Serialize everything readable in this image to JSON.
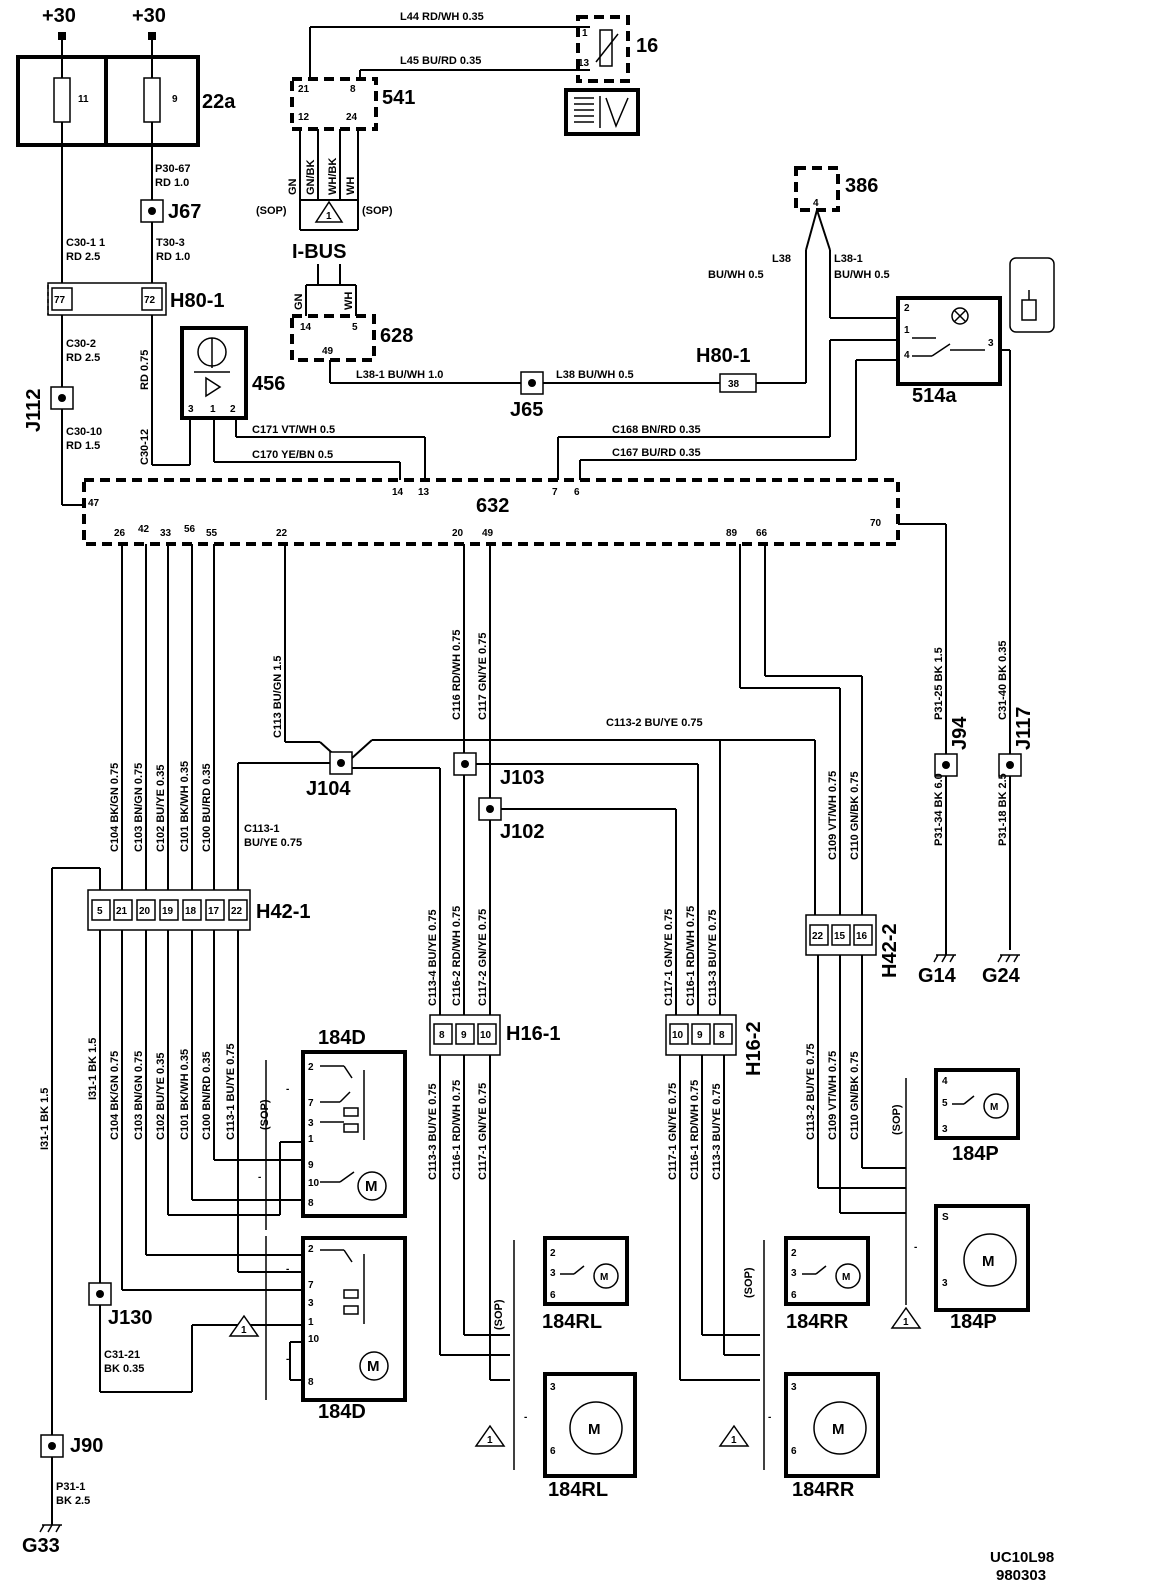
{
  "components": {
    "fuse_box": "22a",
    "sensor": "16",
    "connector_541": "541",
    "connector_628": "628",
    "lamp_386": "386",
    "switch_514a": "514a",
    "unit_456": "456",
    "ecu_632": "632",
    "ibus": "I-BUS",
    "door_module_front": "184D",
    "door_module_rl": "184RL",
    "door_module_rr": "184RR",
    "door_module_p": "184P",
    "footer_code": "UC10L98",
    "footer_date": "980303"
  },
  "supply": {
    "left": "+30",
    "right": "+30"
  },
  "fuses": {
    "f11": "11",
    "f9": "9"
  },
  "connectors": {
    "h80_1": "H80-1",
    "h42_1": "H42-1",
    "h42_2": "H42-2",
    "h16_1": "H16-1",
    "h16_2": "H16-2"
  },
  "junctions": {
    "j67": "J67",
    "j112": "J112",
    "j65": "J65",
    "j104": "J104",
    "j103": "J103",
    "j102": "J102",
    "j94": "J94",
    "j117": "J117",
    "j130": "J130",
    "j90": "J90"
  },
  "grounds": {
    "g14": "G14",
    "g24": "G24",
    "g33": "G33"
  },
  "wires": {
    "l44": "L44   RD/WH  0.35",
    "l45": "L45   BU/RD    0.35",
    "p30_67": "P30-67",
    "rd10": "RD  1.0",
    "c30_11": "C30-1 1",
    "rd25": "RD  2.5",
    "t30_3": "T30-3",
    "rd10b": "RD  1.0",
    "c30_2": "C30-2",
    "rd25b": "RD  2.5",
    "rd075": "RD 0.75",
    "c30_10": "C30-10",
    "rd15": "RD 1.5",
    "c30_12": "C30-12",
    "l38": "L38",
    "buwh05": "BU/WH  0.5",
    "l38_1": "L38-1",
    "buwh05b": "BU/WH  0.5",
    "l38_1b": "L38-1     BU/WH  1.0",
    "l38b": "L38     BU/WH  0.5",
    "c171": "C171   VT/WH   0.5",
    "c170": "C170   YE/BN    0.5",
    "c168": "C168      BN/RD    0.35",
    "c167": "C167      BU/RD    0.35",
    "sop": "(SOP)",
    "sop2": "(SOP)",
    "gn": "GN",
    "gnbk": "GN/BK",
    "whbk": "WH/BK",
    "wh": "WH",
    "gn2": "GN",
    "wh2": "WH",
    "c104": "C104   BK/GN  0.75",
    "c103": "C103   BN/GN  0.75",
    "c102": "C102   BU/YE  0.35",
    "c101": "C101   BK/WH  0.35",
    "c100": "C100   BU/RD  0.35",
    "c113": "C113   BU/GN  1.5",
    "c116": "C116   RD/WH  0.75",
    "c117": "C117   GN/YE  0.75",
    "c113_2": "C113-2      BU/YE    0.75",
    "c113_1": "C113-1",
    "buye075": "BU/YE     0.75",
    "c109": "C109   VT/WH  0.75",
    "c110": "C110   GN/BK  0.75",
    "p31_25": "P31-25   BK 1.5",
    "c31_40": "C31-40   BK 0.35",
    "p31_34": "P31-34   BK  6.0",
    "p31_18": "P31-18   BK  2.5",
    "i31_1": "I31-1     BK  1.5",
    "i31_1b": "I31-1     BK  1.5",
    "c104b": "C104   BK/GN  0.75",
    "c103b": "C103   BN/GN  0.75",
    "c102b": "C102   BU/YE  0.35",
    "c101b": "C101   BK/WH  0.35",
    "c100b": "C100   BN/RD  0.35",
    "c113_1b": "C113-1   BU/YE  0.75",
    "c113_4": "C113-4   BU/YE  0.75",
    "c116_2": "C116-2   RD/WH  0.75",
    "c117_2": "C117-2   GN/YE  0.75",
    "c117_1a": "C117-1   GN/YE  0.75",
    "c116_1a": "C116-1   RD/WH  0.75",
    "c113_3a": "C113-3   BU/YE  0.75",
    "c113_2b": "C113-2   BU/YE  0.75",
    "c109b": "C109   VT/WH  0.75",
    "c110b": "C110   GN/BK  0.75",
    "c113_3b": "C113-3   BU/YE  0.75",
    "c116_1b": "C116-1   RD/WH  0.75",
    "c117_1b": "C117-1   GN/YE  0.75",
    "c117_1c": "C117-1   GN/YE  0.75",
    "c116_1c": "C116-1   RD/WH  0.75",
    "c113_3c": "C113-3   BU/YE  0.75",
    "c31_21": "C31-21",
    "bk035": "BK  0.35",
    "p31_1": "P31-1",
    "bk25": "BK  2.5"
  },
  "pins": {
    "p77": "77",
    "p72": "72",
    "p47": "47",
    "p26": "26",
    "p42": "42",
    "p33": "33",
    "p56": "56",
    "p55": "55",
    "p22": "22",
    "p20": "20",
    "p49": "49",
    "p89": "89",
    "p66": "66",
    "p70": "70",
    "p14": "14",
    "p13": "13",
    "p7": "7",
    "p6": "6",
    "s21": "21",
    "s8": "8",
    "s12": "12",
    "s24": "24",
    "c14": "14",
    "c5": "5",
    "c49": "49",
    "t1": "1",
    "t13": "13",
    "l4": "4",
    "w2": "2",
    "w1": "1",
    "w4": "4",
    "w3": "3",
    "h38": "38",
    "u3": "3",
    "u1": "1",
    "u2": "2",
    "h5": "5",
    "h21": "21",
    "h20": "20",
    "h19": "19",
    "h18": "18",
    "h17": "17",
    "h22": "22",
    "k22": "22",
    "k15": "15",
    "k16": "16",
    "m8": "8",
    "m9": "9",
    "m10": "10",
    "n10": "10",
    "n9": "9",
    "n8": "8",
    "d2": "2",
    "dm": "-",
    "d7": "7",
    "d3": "3",
    "d1": "1",
    "d9": "9",
    "dm2": "-",
    "d10": "10",
    "d8": "8",
    "e2": "2",
    "em": "-",
    "e7": "7",
    "e3": "3",
    "e1": "1",
    "e10": "10",
    "em2": "-",
    "e8": "8",
    "rl2": "2",
    "rl3": "3",
    "rl6": "6",
    "rlb3": "3",
    "rlbm": "-",
    "rlb6": "6",
    "rr2": "2",
    "rr3": "3",
    "rr6": "6",
    "rrb3": "3",
    "rrbm": "-",
    "rrb6": "6",
    "pa4": "4",
    "pa5": "5",
    "pa3": "3",
    "pbs": "S",
    "pbm": "-",
    "pb3": "3"
  },
  "motor": "M",
  "warning": "1"
}
